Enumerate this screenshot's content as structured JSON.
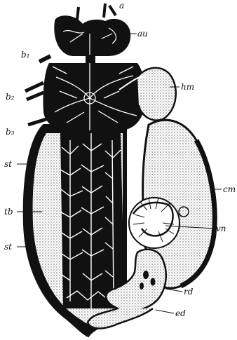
{
  "labels": {
    "a": "a",
    "au": "au",
    "b1": "b₁",
    "hm": "hm",
    "b2": "b₂",
    "b3": "b₃",
    "st_upper": "st",
    "cm": "cm",
    "tb": "tb",
    "vn": "vn",
    "st_lower": "st",
    "rd": "rd",
    "ed": "ed"
  },
  "colors": {
    "ink": "#111111",
    "tissue": "#ffffff",
    "stipple": "#6b6b6b"
  }
}
